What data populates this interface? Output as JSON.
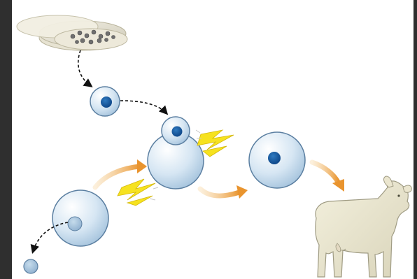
{
  "diagram": {
    "elements": [
      "petri-dish",
      "donor-body-cell",
      "egg-cell",
      "removed-nucleus",
      "fused-cell",
      "electric-shock",
      "cloned-embryo",
      "cloned-sheep"
    ],
    "colors": {
      "cell_fill": "#c6dcec",
      "cell_stroke": "#4a6f92",
      "nucleus": "#0d4f92",
      "arrow_orange": "#e9a24a",
      "shock_yellow": "#f3df1c",
      "background": "#ffffff",
      "frame": "#2f2f2f"
    }
  }
}
